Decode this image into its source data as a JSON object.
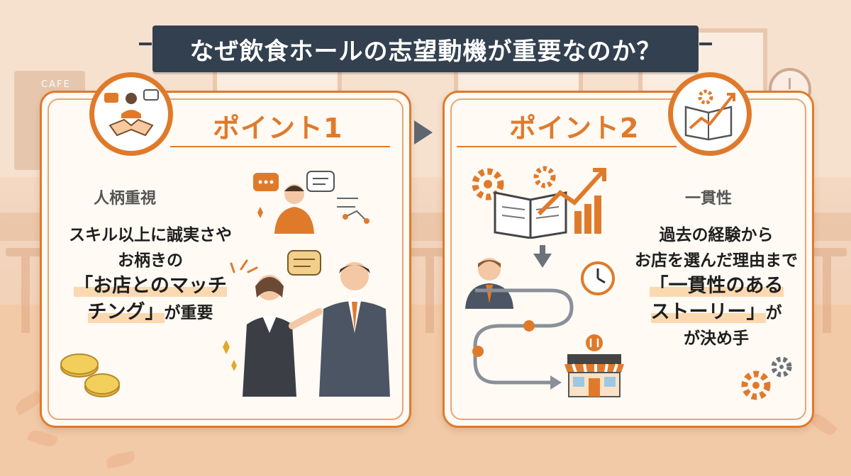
{
  "title": "なぜ飲食ホールの志望動機が重要なのか？",
  "background": {
    "cafe_sign": "CAFE"
  },
  "point1": {
    "heading": "ポイント1",
    "label": "人柄重視",
    "text_line1": "スキル以上に誠実さや",
    "text_line2": "お柄きの",
    "highlight_line1": "「お店とのマッチ",
    "highlight_line2a": "チング」",
    "text_line3": "が重要",
    "icons": [
      "handshake-icon",
      "chat-bubble-icon",
      "coin-icon",
      "sparkle-icon"
    ]
  },
  "point2": {
    "heading": "ポイント2",
    "label": "一貫性",
    "text_line1": "過去の経験から",
    "text_line2": "お店を選んだ理由まで",
    "highlight_line1": "「一貫性のある",
    "highlight_line2": "ストーリー」",
    "text_line3": "が",
    "text_line4": "が決め手",
    "icons": [
      "book-growth-icon",
      "gear-icon",
      "clock-icon",
      "shop-icon",
      "down-arrow-icon"
    ]
  },
  "colors": {
    "accent": "#e07a2b",
    "title_bg": "#33404f",
    "card_bg": "#fffaf4",
    "arrow": "#5e6670"
  }
}
